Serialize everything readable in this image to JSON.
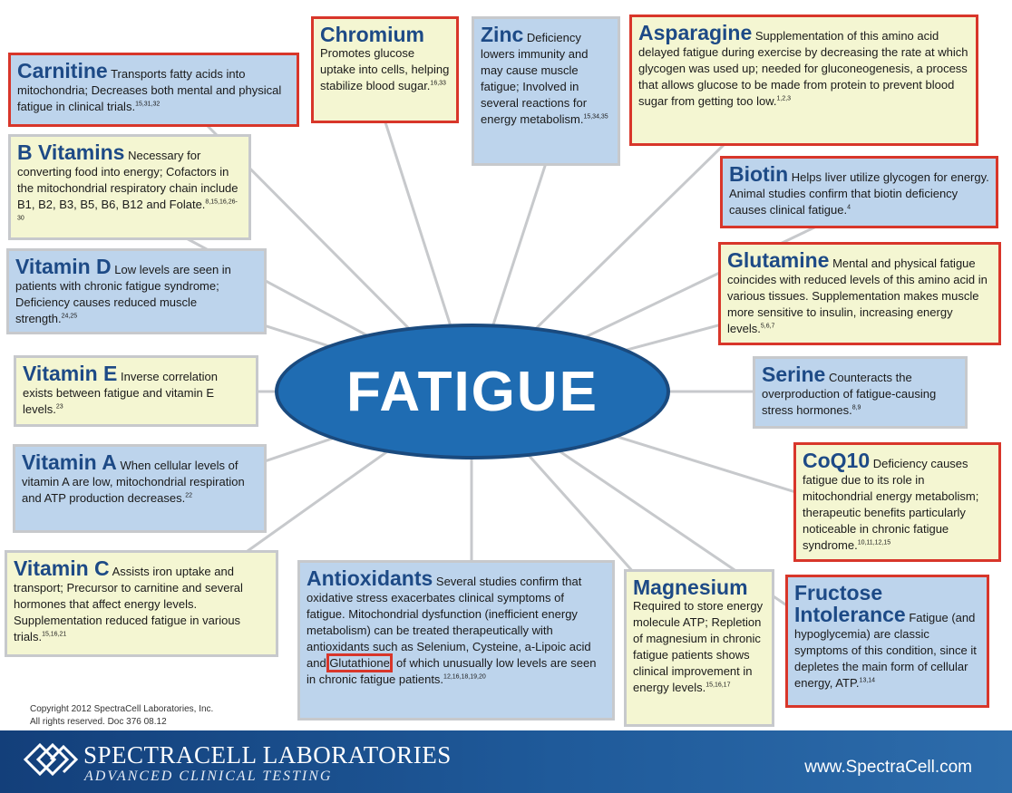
{
  "center": {
    "label": "FATIGUE"
  },
  "colors": {
    "title_blue": "#1d4a86",
    "red_border": "#d8362a",
    "box_blue": "#bdd4ec",
    "box_yellow": "#f4f6d2",
    "ellipse": "#1f6cb2",
    "footer": "#1a4a86"
  },
  "nutrients": {
    "carnitine": {
      "title": "Carnitine",
      "text": "Transports fatty acids into mitochondria; Decreases both mental and physical fatigue in clinical trials.",
      "refs": "15,31,32"
    },
    "b_vitamins": {
      "title": "B Vitamins",
      "text": "Necessary for converting food into energy; Cofactors in the mitochondrial respiratory chain include B1, B2, B3, B5, B6, B12 and Folate.",
      "refs": "8,15,16,26-30"
    },
    "vitamin_d": {
      "title": "Vitamin D",
      "text": "Low levels are seen in patients with chronic fatigue syndrome; Deficiency causes reduced muscle strength.",
      "refs": "24,25"
    },
    "vitamin_e": {
      "title": "Vitamin E",
      "text": "Inverse correlation exists between fatigue and vitamin E levels.",
      "refs": "23"
    },
    "vitamin_a": {
      "title": "Vitamin A",
      "text": "When cellular levels of vitamin A are low, mitochondrial respiration and ATP production decreases.",
      "refs": "22"
    },
    "vitamin_c": {
      "title": "Vitamin C",
      "text": "Assists iron uptake and transport; Precursor to carnitine and several hormones that affect energy levels. Supplementation reduced fatigue in various trials.",
      "refs": "15,16,21"
    },
    "chromium": {
      "title": "Chromium",
      "text": "Promotes glucose uptake into cells, helping stabilize blood sugar.",
      "refs": "16,33"
    },
    "zinc": {
      "title": "Zinc",
      "text": "Deficiency lowers immunity and may cause muscle fatigue; Involved in several reactions for energy metabolism.",
      "refs": "15,34,35"
    },
    "asparagine": {
      "title": "Asparagine",
      "text": "Supplementation of this amino acid delayed fatigue during exercise by decreasing the rate at which glycogen was used up; needed for gluconeogenesis, a process that allows glucose to be made from protein to prevent blood sugar from getting too low.",
      "refs": "1,2,3"
    },
    "biotin": {
      "title": "Biotin",
      "text": "Helps liver utilize glycogen for energy. Animal studies confirm that biotin deficiency causes clinical fatigue.",
      "refs": "4"
    },
    "glutamine": {
      "title": "Glutamine",
      "text": "Mental and physical fatigue coincides with reduced levels of this amino acid in various tissues. Supplementation makes muscle more sensitive to insulin, increasing energy levels.",
      "refs": "5,6,7"
    },
    "serine": {
      "title": "Serine",
      "text": "Counteracts the overproduction of fatigue-causing stress hormones.",
      "refs": "8,9"
    },
    "coq10": {
      "title": "CoQ10",
      "text": "Deficiency causes fatigue due to its role in mitochondrial energy metabolism; therapeutic benefits particularly noticeable in chronic fatigue syndrome.",
      "refs": "10,11,12,15"
    },
    "fructose": {
      "title_line1": "Fructose",
      "title_line2": "Intolerance",
      "text": "Fatigue (and hypoglycemia) are classic symptoms of this condition, since it depletes the main form of cellular energy, ATP.",
      "refs": "13,14"
    },
    "magnesium": {
      "title": "Magnesium",
      "text": "Required to store energy molecule ATP; Repletion of magnesium in chronic fatigue patients shows clinical improvement in energy levels.",
      "refs": "15,16,17"
    },
    "antioxidants": {
      "title": "Antioxidants",
      "text_before": "Several studies confirm that oxidative stress exacerbates clinical symptoms of fatigue.  Mitochondrial dysfunction (inefficient energy metabolism) can be treated therapeutically with antioxidants such as Selenium, Cysteine, a-Lipoic acid and ",
      "highlight": "Glutathione",
      "text_after": ", of which unusually low levels are seen in chronic fatigue patients.",
      "refs": "12,16,18,19,20"
    }
  },
  "footer": {
    "copyright_line1": "Copyright 2012 SpectraCell Laboratories, Inc.",
    "copyright_line2": "All rights reserved. Doc 376 08.12",
    "brand": "SPECTRACELL LABORATORIES",
    "tagline": "ADVANCED CLINICAL TESTING",
    "website": "www.SpectraCell.com"
  }
}
